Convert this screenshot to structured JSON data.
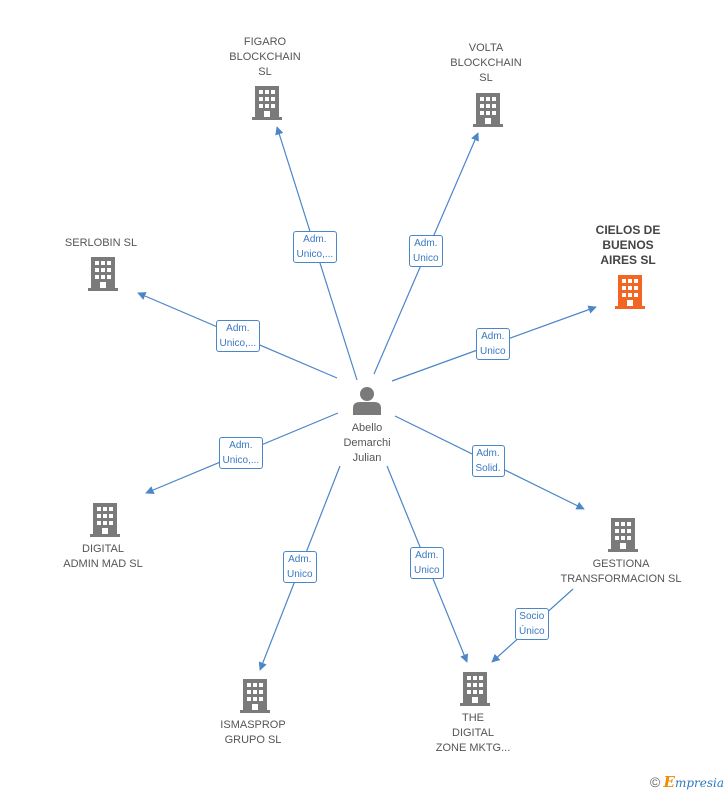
{
  "colors": {
    "edge": "#4a86c8",
    "building": "#7a7a7a",
    "focus_building": "#f26522",
    "person": "#7a7a7a"
  },
  "person": {
    "label": "Abello\nDemarchi\nJulian",
    "icon": "person-icon"
  },
  "companies": [
    {
      "id": "figaro",
      "label": "FIGARO\nBLOCKCHAIN\nSL",
      "icon": "building-icon"
    },
    {
      "id": "volta",
      "label": "VOLTA\nBLOCKCHAIN\nSL",
      "icon": "building-icon"
    },
    {
      "id": "serlobin",
      "label": "SERLOBIN SL",
      "icon": "building-icon"
    },
    {
      "id": "cielos",
      "label": "CIELOS DE\nBUENOS\nAIRES  SL",
      "icon": "building-icon",
      "focus": true
    },
    {
      "id": "digital-admin",
      "label": "DIGITAL\nADMIN MAD  SL",
      "icon": "building-icon"
    },
    {
      "id": "gestiona",
      "label": "GESTIONA\nTRANSFORMACION SL",
      "icon": "building-icon"
    },
    {
      "id": "ismasprop",
      "label": "ISMASPROP\nGRUPO  SL",
      "icon": "building-icon"
    },
    {
      "id": "digital-zone",
      "label": "THE\nDIGITAL\nZONE MKTG...",
      "icon": "building-icon"
    }
  ],
  "edges": [
    {
      "from": "person",
      "to": "figaro",
      "label": "Adm.\nUnico,..."
    },
    {
      "from": "person",
      "to": "volta",
      "label": "Adm.\nUnico"
    },
    {
      "from": "person",
      "to": "serlobin",
      "label": "Adm.\nUnico,..."
    },
    {
      "from": "person",
      "to": "cielos",
      "label": "Adm.\nUnico"
    },
    {
      "from": "person",
      "to": "digital-admin",
      "label": "Adm.\nUnico,..."
    },
    {
      "from": "person",
      "to": "gestiona",
      "label": "Adm.\nSolid."
    },
    {
      "from": "person",
      "to": "ismasprop",
      "label": "Adm.\nUnico"
    },
    {
      "from": "person",
      "to": "digital-zone",
      "label": "Adm.\nUnico"
    },
    {
      "from": "gestiona",
      "to": "digital-zone",
      "label": "Socio\nÚnico"
    }
  ],
  "footer": {
    "copyright": "©",
    "brand_initial": "E",
    "brand_rest": "mpresia"
  }
}
